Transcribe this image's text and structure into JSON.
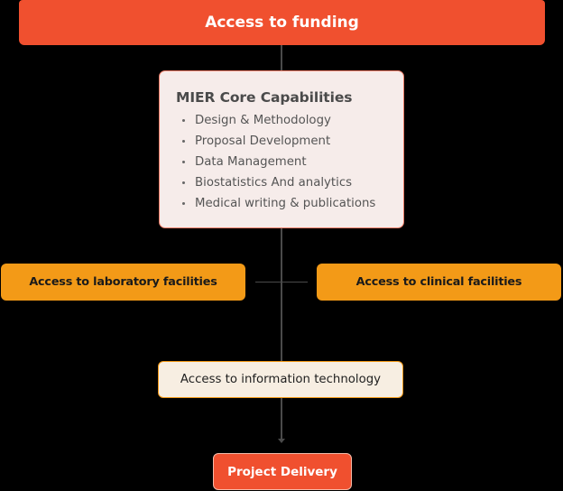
{
  "diagram": {
    "top": {
      "label": "Access to funding",
      "color": "#F0502F"
    },
    "core": {
      "title": "MIER Core Capabilities",
      "items": [
        "Design & Methodology",
        "Proposal Development",
        "Data Management",
        "Biostatistics And analytics",
        "Medical writing & publications"
      ],
      "background": "#F6ECEA",
      "border": "#EB7D68"
    },
    "left": {
      "label": "Access to laboratory facilities",
      "color": "#F39A17"
    },
    "right": {
      "label": "Access to clinical facilities",
      "color": "#F39A17"
    },
    "it": {
      "label": "Access to information technology",
      "background": "#F7EEE2",
      "border": "#F39A17"
    },
    "bottom": {
      "label": "Project Delivery",
      "color": "#F0502F"
    },
    "background": "#000000",
    "connector_color": "#4a4a4a"
  }
}
